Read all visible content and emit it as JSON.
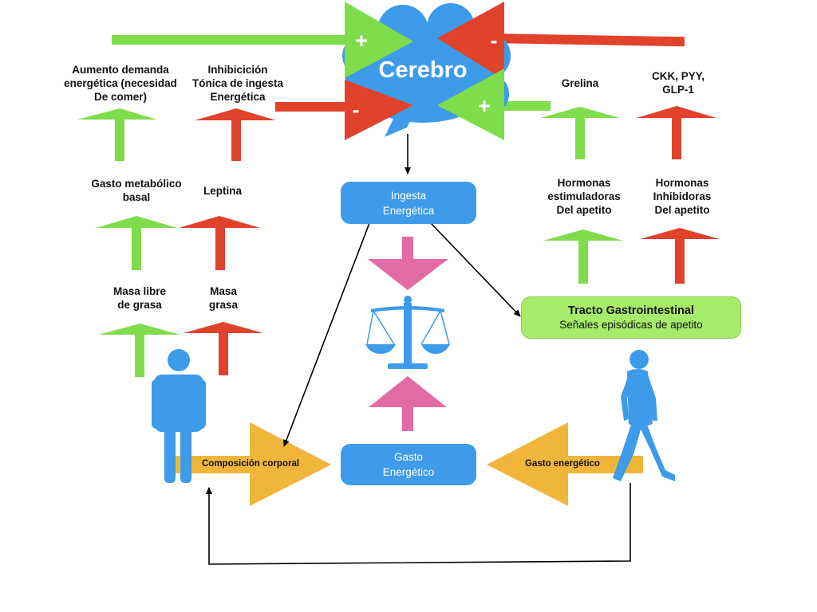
{
  "brain": {
    "label": "Cerebro",
    "plus_top": "+",
    "minus_top": "-",
    "minus_bottom": "-",
    "plus_bottom": "+"
  },
  "left_labels": {
    "aumento": [
      "Aumento demanda",
      "energética (necesidad",
      "De comer)"
    ],
    "inhibicion": [
      "Inhibicición",
      "Tónica de ingesta",
      "Energética"
    ],
    "gasto_metabolico": [
      "Gasto metabólico",
      "basal"
    ],
    "leptina": [
      "Leptina"
    ],
    "masa_libre": [
      "Masa libre",
      "de grasa"
    ],
    "masa_grasa": [
      "Masa",
      "grasa"
    ]
  },
  "right_labels": {
    "grelina": [
      "Grelina"
    ],
    "ckk": [
      "CKK, PYY,",
      "GLP-1"
    ],
    "estimuladoras": [
      "Hormonas",
      "estimuladoras",
      "Del apetito"
    ],
    "inhibidoras": [
      "Hormonas",
      "Inhibidoras",
      "Del apetito"
    ]
  },
  "boxes": {
    "ingesta": [
      "Ingesta",
      "Energética"
    ],
    "gasto": [
      "Gasto",
      "Energético"
    ],
    "tracto_title": "Tracto Gastrointestinal",
    "tracto_sub": "Señales episódicas de apetito"
  },
  "arrows": {
    "composicion": "Composición corporal",
    "gasto_energetico": "Gasto energético"
  },
  "colors": {
    "green": "#7fdc4b",
    "red": "#e0422c",
    "blue": "#3d9be9",
    "pink": "#e26aa5",
    "yellow": "#f0b63b",
    "light_green": "#a6ec6a"
  }
}
